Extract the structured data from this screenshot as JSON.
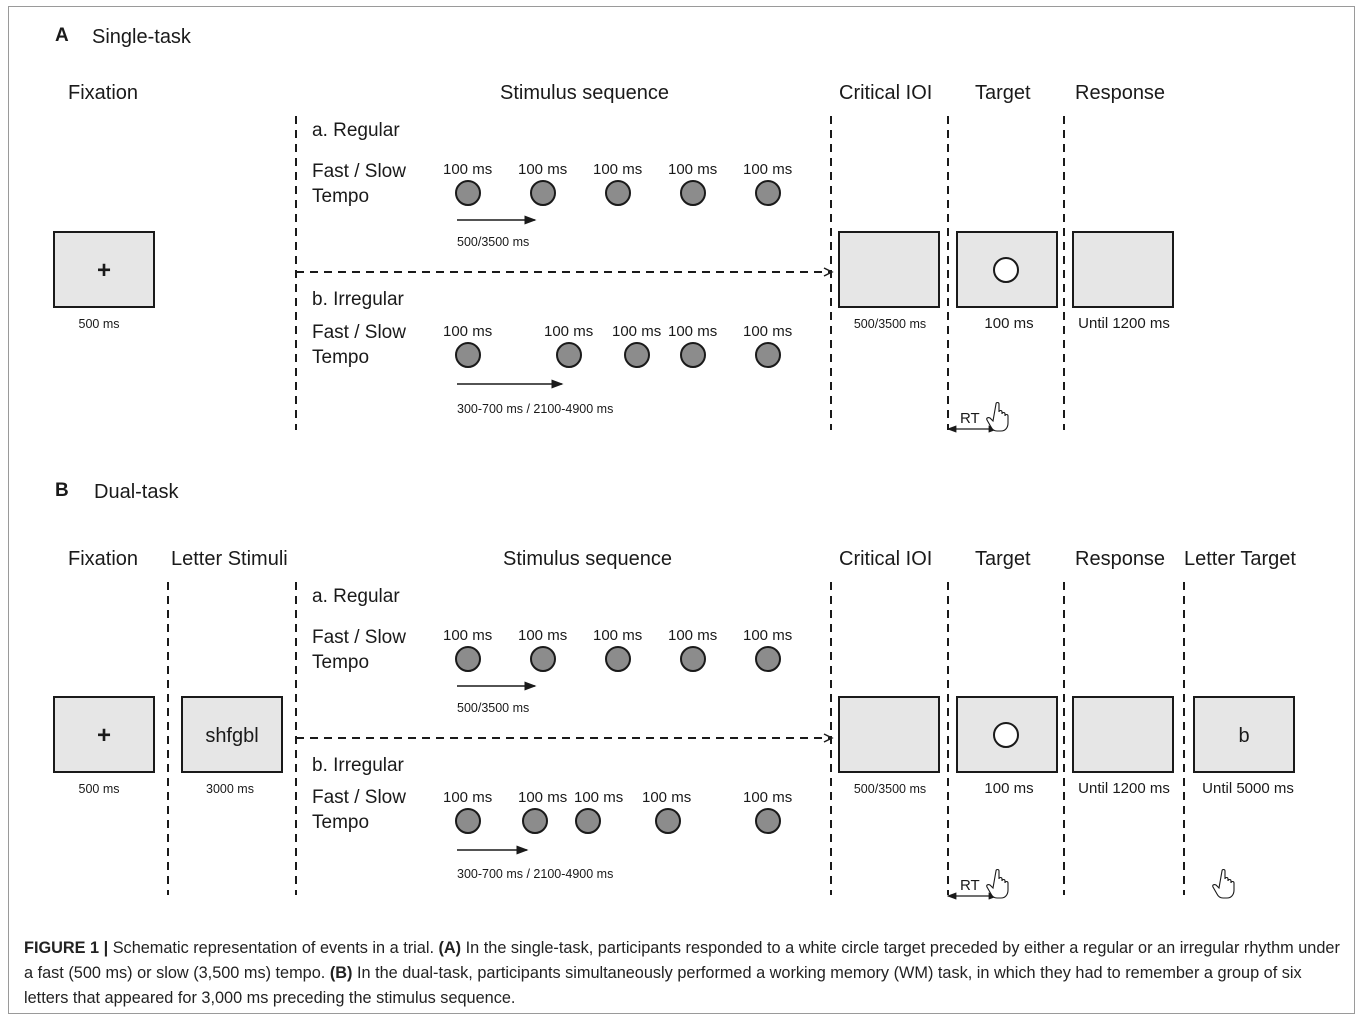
{
  "panel_a": {
    "letter": "A",
    "title": "Single-task",
    "headers": {
      "fixation": "Fixation",
      "stimulus_sequence": "Stimulus sequence",
      "critical_ioi": "Critical IOI",
      "target": "Target",
      "response": "Response"
    },
    "regular": {
      "label": "a. Regular",
      "tempo_line1": "Fast / Slow",
      "tempo_line2": "Tempo",
      "durations": [
        "100 ms",
        "100 ms",
        "100 ms",
        "100 ms",
        "100 ms"
      ],
      "interval": "500/3500 ms"
    },
    "irregular": {
      "label": "b. Irregular",
      "tempo_line1": "Fast / Slow",
      "tempo_line2": "Tempo",
      "durations": [
        "100 ms",
        "100 ms",
        "100 ms",
        "100 ms",
        "100 ms"
      ],
      "interval": "300-700 ms / 2100-4900 ms"
    },
    "fixation_symbol": "+",
    "fixation_duration": "500 ms",
    "critical_ioi_duration": "500/3500 ms",
    "target_duration": "100 ms",
    "response_duration": "Until 1200 ms",
    "rt_label": "RT"
  },
  "panel_b": {
    "letter": "B",
    "title": "Dual-task",
    "headers": {
      "fixation": "Fixation",
      "letter_stimuli": "Letter Stimuli",
      "stimulus_sequence": "Stimulus sequence",
      "critical_ioi": "Critical IOI",
      "target": "Target",
      "response": "Response",
      "letter_target": "Letter Target"
    },
    "regular": {
      "label": "a. Regular",
      "tempo_line1": "Fast / Slow",
      "tempo_line2": "Tempo",
      "durations": [
        "100 ms",
        "100 ms",
        "100 ms",
        "100 ms",
        "100 ms"
      ],
      "interval": "500/3500 ms"
    },
    "irregular": {
      "label": "b. Irregular",
      "tempo_line1": "Fast / Slow",
      "tempo_line2": "Tempo",
      "durations": [
        "100 ms",
        "100 ms",
        "100 ms",
        "100 ms",
        "100 ms"
      ],
      "interval": "300-700 ms / 2100-4900 ms"
    },
    "fixation_symbol": "+",
    "fixation_duration": "500 ms",
    "letter_stimuli_text": "shfgbl",
    "letter_stimuli_duration": "3000 ms",
    "critical_ioi_duration": "500/3500 ms",
    "target_duration": "100 ms",
    "response_duration": "Until 1200 ms",
    "letter_target_text": "b",
    "letter_target_duration": "Until 5000 ms",
    "rt_label": "RT"
  },
  "caption": {
    "figure_label": "FIGURE 1 |",
    "intro": " Schematic representation of events in a trial. ",
    "a_ref": "(A)",
    "a_text": " In the single-task, participants responded to a white circle target preceded by either a regular or an irregular rhythm under a fast (500 ms) or slow (3,500 ms) tempo. ",
    "b_ref": "(B)",
    "b_text": " In the dual-task, participants simultaneously performed a working memory (WM) task, in which they had to remember a group of six letters that appeared for 3,000 ms preceding the stimulus sequence."
  },
  "colors": {
    "box_fill": "#e6e6e6",
    "stimulus_circle": "#8c8c8c",
    "target_circle": "#ffffff",
    "line": "#1a1a1a"
  }
}
